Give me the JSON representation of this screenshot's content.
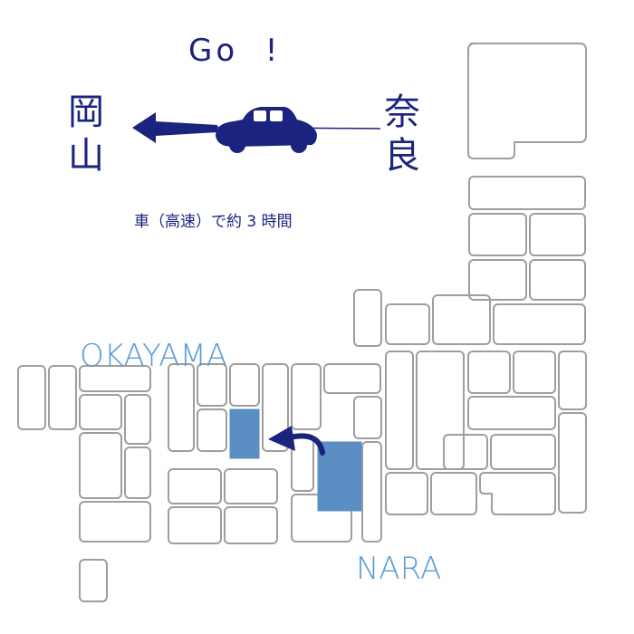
{
  "header": {
    "go_text": "Go  !"
  },
  "route": {
    "origin_chars": [
      "岡",
      "山"
    ],
    "destination_chars": [
      "奈",
      "良"
    ],
    "caption": "車（高速）で約 3 時間"
  },
  "map": {
    "label_okayama": "OKAYAMA",
    "label_nara": "NARA",
    "colors": {
      "outline": "#9e9e9e",
      "highlight": "#5b8fc4",
      "accent": "#1a237e",
      "label": "#5b9bd5"
    }
  },
  "icons": {
    "vehicle": "car-icon",
    "direction": "arrow-left-icon",
    "route_arrow": "curved-arrow-icon"
  }
}
